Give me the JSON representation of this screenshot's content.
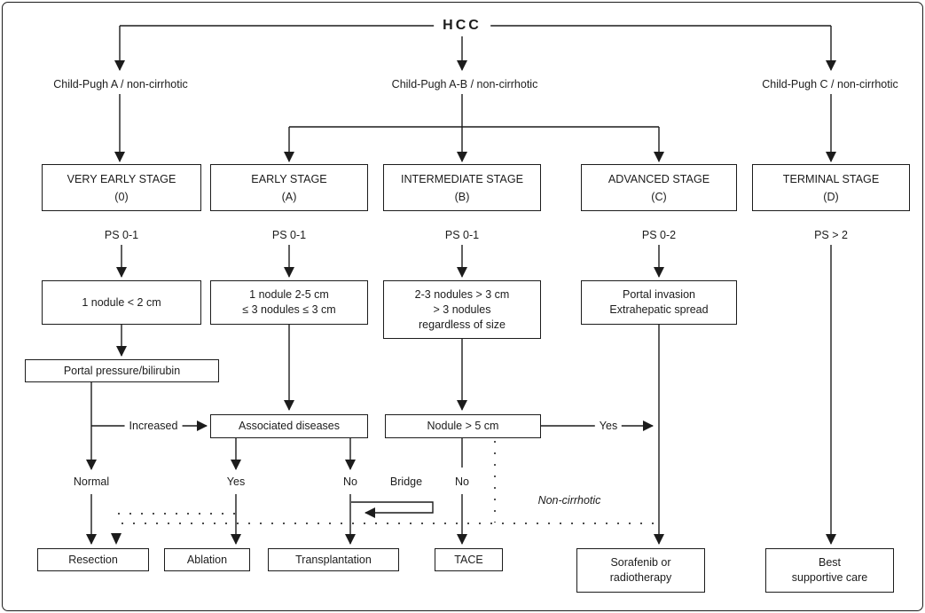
{
  "diagram": {
    "root_label": "HCC",
    "branch_labels": {
      "left": "Child-Pugh A / non-cirrhotic",
      "center": "Child-Pugh A-B / non-cirrhotic",
      "right": "Child-Pugh C / non-cirrhotic"
    },
    "stages": [
      {
        "name": "VERY EARLY STAGE",
        "code": "(0)",
        "ps": "PS 0-1",
        "criteria": [
          "1 nodule < 2 cm"
        ]
      },
      {
        "name": "EARLY STAGE",
        "code": "(A)",
        "ps": "PS 0-1",
        "criteria": [
          "1 nodule 2-5 cm",
          "≤ 3 nodules ≤ 3 cm"
        ]
      },
      {
        "name": "INTERMEDIATE STAGE",
        "code": "(B)",
        "ps": "PS 0-1",
        "criteria": [
          "2-3 nodules > 3 cm",
          "> 3 nodules",
          "regardless of size"
        ]
      },
      {
        "name": "ADVANCED STAGE",
        "code": "(C)",
        "ps": "PS 0-2",
        "criteria": [
          "Portal invasion",
          "Extrahepatic spread"
        ]
      },
      {
        "name": "TERMINAL STAGE",
        "code": "(D)",
        "ps": "PS > 2",
        "criteria": []
      }
    ],
    "decision_boxes": {
      "portal_pressure": "Portal pressure/bilirubin",
      "associated_diseases": "Associated diseases",
      "nodule_size": "Nodule > 5 cm"
    },
    "edge_labels": {
      "increased": "Increased",
      "normal": "Normal",
      "assoc_yes": "Yes",
      "assoc_no": "No",
      "bridge": "Bridge",
      "nodule_no": "No",
      "nodule_yes": "Yes",
      "non_cirrhotic": "Non-cirrhotic"
    },
    "treatments": {
      "resection": "Resection",
      "ablation": "Ablation",
      "transplantation": "Transplantation",
      "tace": "TACE",
      "sorafenib_line1": "Sorafenib or",
      "sorafenib_line2": "radiotherapy",
      "bsc_line1": "Best",
      "bsc_line2": "supportive care"
    },
    "colors": {
      "line": "#1c1c1c",
      "text": "#1c1c1c",
      "background": "#ffffff"
    }
  }
}
